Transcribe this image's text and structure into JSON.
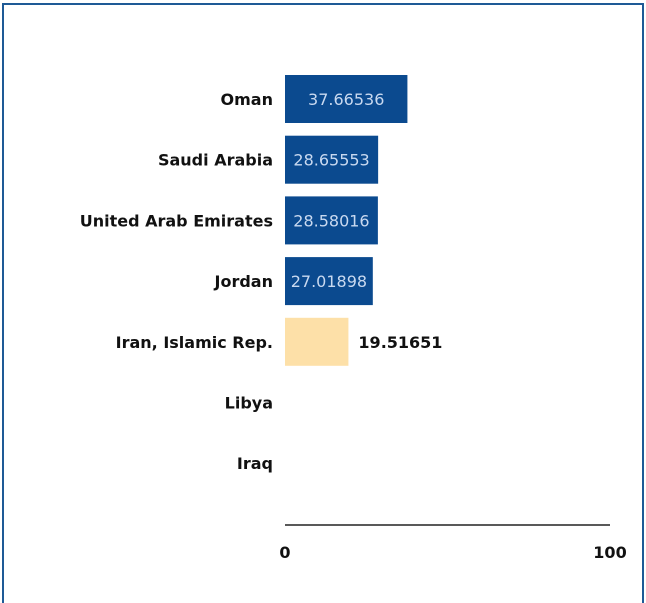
{
  "chart_data": {
    "type": "bar",
    "orientation": "horizontal",
    "categories": [
      "Oman",
      "Saudi Arabia",
      "United Arab Emirates",
      "Jordan",
      "Iran, Islamic Rep.",
      "Libya",
      "Iraq"
    ],
    "values": [
      37.66536,
      28.65553,
      28.58016,
      27.01898,
      19.51651,
      null,
      null
    ],
    "value_labels": [
      "37.66536",
      "28.65553",
      "28.58016",
      "27.01898",
      "19.51651",
      "",
      ""
    ],
    "highlighted_category": "Iran, Islamic Rep.",
    "xlim": [
      0,
      100
    ],
    "x_ticks": [
      0,
      100
    ],
    "grid": false,
    "title": "",
    "xlabel": "",
    "ylabel": ""
  },
  "colors": {
    "bar": "#0b4a8f",
    "highlight_bar": "#fde0a8",
    "label_inside": "#c9d9f0",
    "label_outside": "#9aaed6",
    "label_highlight": "#111111",
    "frame": "#1e5a96",
    "axis": "#222222"
  }
}
